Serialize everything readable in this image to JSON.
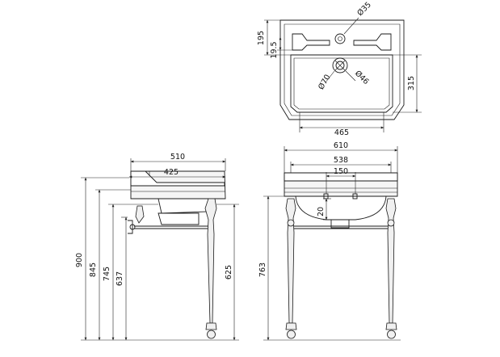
{
  "plan_view": {
    "dim_top_overall": "195",
    "dim_top_rim": "19.5",
    "dim_tap_hole": "Ø35",
    "dim_waste_outer": "Ø70",
    "dim_waste_inner": "Ø46",
    "dim_depth_bowl": "315",
    "dim_width_bowl": "465"
  },
  "side_view": {
    "dim_depth_overall": "510",
    "dim_depth_bowl": "425",
    "dim_height_top": "900",
    "dim_height_rail": "845",
    "dim_height_bowl_base": "745",
    "dim_height_waste": "637",
    "dim_height_leg": "625"
  },
  "front_view": {
    "dim_width_overall": "610",
    "dim_width_inner": "538",
    "dim_tap_centres": "150",
    "dim_overflow_drop": "20",
    "dim_height_stand": "763"
  }
}
